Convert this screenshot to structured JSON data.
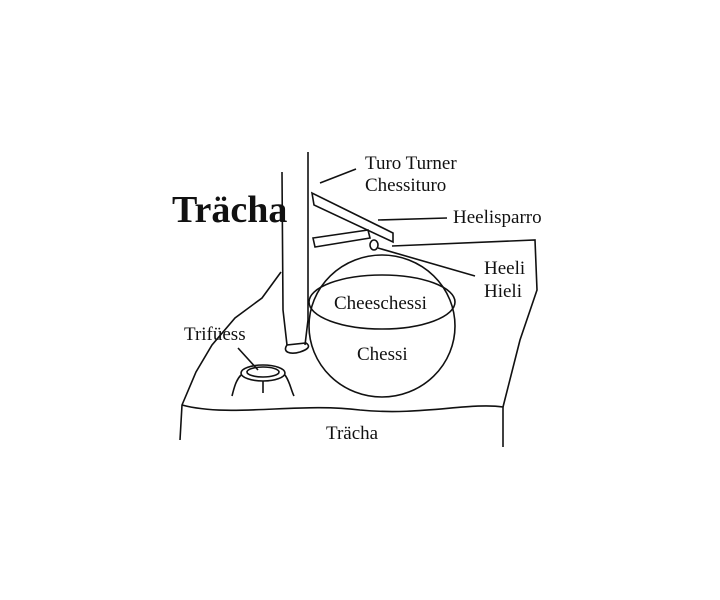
{
  "title": "Trächa",
  "labels": {
    "turner_line1": "Turo Turner",
    "turner_line2": "Chessituro",
    "sparro": "Heelisparro",
    "heeli_line1": "Heeli",
    "heeli_line2": "Hieli",
    "cheeschessi": "Cheeschessi",
    "chessi": "Chessi",
    "trifuess": "Trifüess",
    "tracha_floor": "Trächa"
  }
}
